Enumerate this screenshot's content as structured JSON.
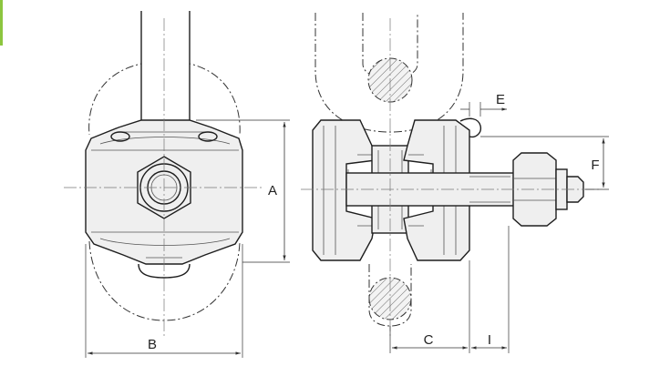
{
  "colors": {
    "accent": "#8cc63f",
    "line": "#1e1e1e",
    "body_fill": "#efefef"
  },
  "dimensions": {
    "a": "A",
    "b": "B",
    "c": "C",
    "e": "E",
    "f": "F",
    "i": "I"
  }
}
